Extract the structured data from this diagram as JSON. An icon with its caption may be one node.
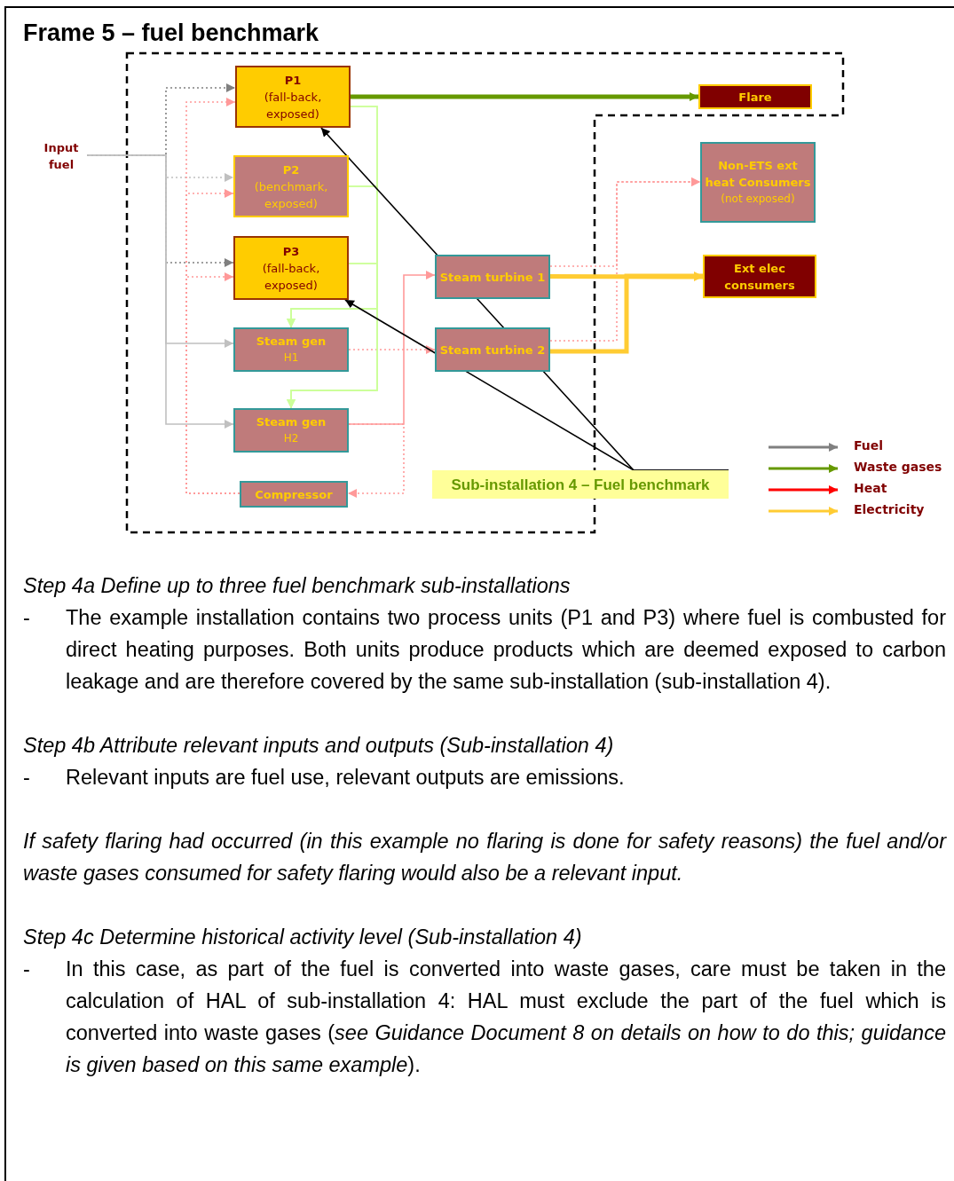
{
  "diagram": {
    "title": "Frame 5 – fuel benchmark",
    "nodes": [
      {
        "text": [
          "Input fuel"
        ]
      },
      {
        "text": [
          "P1",
          "(fall-back, exposed)"
        ]
      },
      {
        "text": [
          "P2",
          "(benchmark, exposed)"
        ]
      },
      {
        "text": [
          "P3",
          "(fall-back, exposed)"
        ]
      },
      {
        "text": [
          "Steam gen",
          "H1"
        ]
      },
      {
        "text": [
          "Steam gen",
          "H2"
        ]
      },
      {
        "text": [
          "Compressor"
        ]
      },
      {
        "text": [
          "Steam turbine 1"
        ]
      },
      {
        "text": [
          "Steam turbine 2"
        ]
      },
      {
        "text": [
          "Flare"
        ]
      },
      {
        "text": [
          "Non-ETS ext heat Consumers",
          "(not exposed)"
        ]
      },
      {
        "text": [
          "Ext elec consumers"
        ]
      },
      {
        "text": [
          "Sub-installation 4 – Fuel benchmark"
        ]
      }
    ],
    "edges": [
      {
        "from": 0,
        "to": 1,
        "arrow": "to",
        "style": "dashed",
        "color": "#808080"
      },
      {
        "from": 0,
        "to": 2,
        "arrow": "to",
        "style": "dashed",
        "color": "#c0c0c0"
      },
      {
        "from": 0,
        "to": 3,
        "arrow": "to",
        "style": "dashed",
        "color": "#808080"
      },
      {
        "from": 0,
        "to": 4,
        "arrow": "to",
        "color": "#c0c0c0"
      },
      {
        "from": 0,
        "to": 5,
        "arrow": "to",
        "color": "#c0c0c0"
      },
      {
        "from": 4,
        "to": 8,
        "arrow": "to",
        "style": "dashed"
      },
      {
        "from": 5,
        "to": 7,
        "arrow": "to"
      },
      {
        "from": 5,
        "to": 6,
        "arrow": "to",
        "style": "dashed"
      },
      {
        "from": 6,
        "to": 1,
        "arrow": "to",
        "style": "dashed"
      },
      {
        "from": 6,
        "to": 2,
        "arrow": "to",
        "style": "dashed"
      },
      {
        "from": 6,
        "to": 3,
        "arrow": "to",
        "style": "dashed"
      },
      {
        "from": 7,
        "to": 10,
        "arrow": "to",
        "style": "dashed"
      },
      {
        "from": 8,
        "to": 10,
        "arrow": "to",
        "style": "dashed"
      },
      {
        "from": 1,
        "to": 9,
        "arrow": "to",
        "style": "thick",
        "color": "#669900"
      },
      {
        "from": 1,
        "to": 4,
        "arrow": "to",
        "color": "#ccff99"
      },
      {
        "from": 1,
        "to": 5,
        "arrow": "to",
        "color": "#ccff99"
      },
      {
        "from": 2,
        "to": 4,
        "arrow": "to",
        "color": "#ccff99"
      },
      {
        "from": 2,
        "to": 5,
        "arrow": "to",
        "color": "#ccff99"
      },
      {
        "from": 3,
        "to": 4,
        "arrow": "to",
        "color": "#ccff99"
      },
      {
        "from": 3,
        "to": 5,
        "arrow": "to",
        "color": "#ccff99"
      },
      {
        "from": 7,
        "to": 11,
        "arrow": "to",
        "style": "thick",
        "color": "#ffcc33"
      },
      {
        "from": 8,
        "to": 11,
        "arrow": "to",
        "style": "thick",
        "color": "#ffcc33"
      },
      {
        "from": 12,
        "to": 1,
        "arrow": "to",
        "color": "#000000"
      },
      {
        "from": 12,
        "to": 3,
        "arrow": "to",
        "color": "#000000"
      }
    ],
    "labels": [
      "Step 4a Define up to three fuel benchmark sub-installations",
      "-",
      "The example installation contains two process units (P1 and P3) where fuel is combusted for direct heating purposes. Both units produce products which are deemed exposed to carbon leakage and are therefore covered by the same sub-installation (sub-installation 4).",
      "Step 4b Attribute relevant inputs and outputs (Sub-installation 4)",
      "-",
      "Relevant inputs are fuel use, relevant outputs are emissions.",
      "If safety flaring had occurred (in this example no flaring is done for safety reasons) the fuel and/or waste gases consumed for safety flaring would also be a relevant input.",
      "Step 4c Determine historical activity level (Sub-installation 4)",
      "-",
      "In this case, as part of the fuel is converted into waste gases, care must be taken in the calculation of HAL of sub-installation 4: HAL must exclude the part of the fuel which is converted into waste gases (*see Guidance Document 8 on details on how to do this; guidance is given based on this same example*)."
    ],
    "legend": [
      {
        "text": "Fuel"
      },
      {
        "text": "Waste gases"
      },
      {
        "text": "Heat"
      },
      {
        "text": "Electricity"
      }
    ]
  }
}
